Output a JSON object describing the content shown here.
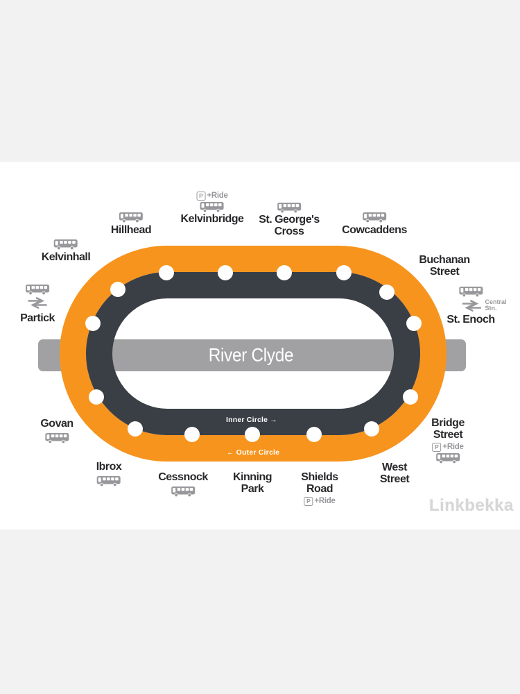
{
  "map": {
    "river_label": "River Clyde",
    "inner_circle_label": "Inner Circle →",
    "outer_circle_label": "← Outer Circle",
    "watermark": "Linkbekka"
  },
  "icons": {
    "p_label": "P",
    "ride_label": "+Ride",
    "central_line1": "Central",
    "central_line2": "Stn."
  },
  "colors": {
    "line_outer": "#f7941e",
    "line_inner": "#3a3f46",
    "river": "#a1a1a4",
    "background": "#f2f2f3",
    "icon_gray": "#98989c",
    "label_text": "#29292c"
  },
  "stations": {
    "hillhead": {
      "name": "Hillhead"
    },
    "kelvinbridge": {
      "name": "Kelvinbridge"
    },
    "st_georges_cross": {
      "line1": "St. George's",
      "line2": "Cross"
    },
    "cowcaddens": {
      "name": "Cowcaddens"
    },
    "kelvinhall": {
      "name": "Kelvinhall"
    },
    "partick": {
      "name": "Partick"
    },
    "govan": {
      "name": "Govan"
    },
    "ibrox": {
      "name": "Ibrox"
    },
    "cessnock": {
      "name": "Cessnock"
    },
    "kinning_park": {
      "line1": "Kinning",
      "line2": "Park"
    },
    "shields_road": {
      "line1": "Shields",
      "line2": "Road"
    },
    "west_street": {
      "line1": "West",
      "line2": "Street"
    },
    "bridge_street": {
      "line1": "Bridge",
      "line2": "Street"
    },
    "st_enoch": {
      "name": "St. Enoch"
    },
    "buchanan_street": {
      "line1": "Buchanan",
      "line2": "Street"
    }
  }
}
